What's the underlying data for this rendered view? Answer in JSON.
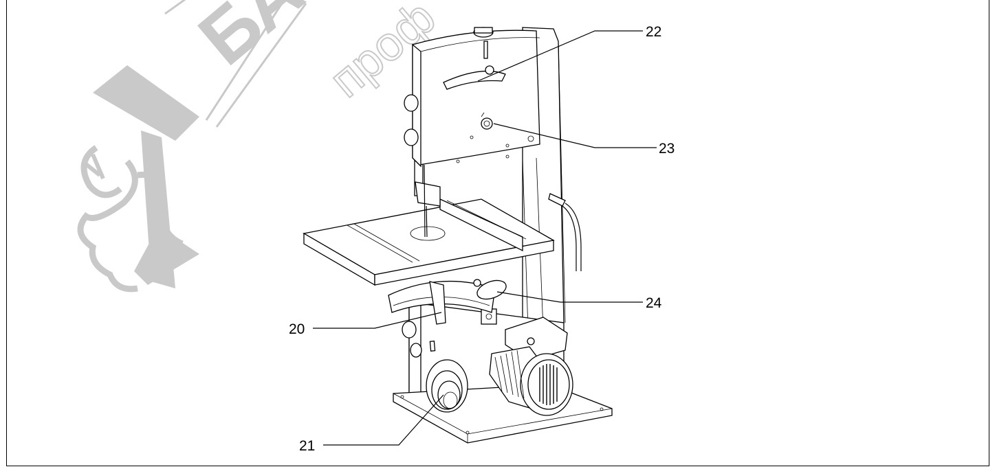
{
  "callouts": [
    {
      "id": "20",
      "label": "20"
    },
    {
      "id": "21",
      "label": "21"
    },
    {
      "id": "22",
      "label": "22"
    },
    {
      "id": "23",
      "label": "23"
    },
    {
      "id": "24",
      "label": "24"
    }
  ],
  "watermark": {
    "text_large": "БА",
    "text_small": "проф",
    "icon": "thumbs-up-hammer-icon",
    "color": "#c9c9c9"
  },
  "colors": {
    "line": "#000000",
    "background": "#ffffff"
  }
}
